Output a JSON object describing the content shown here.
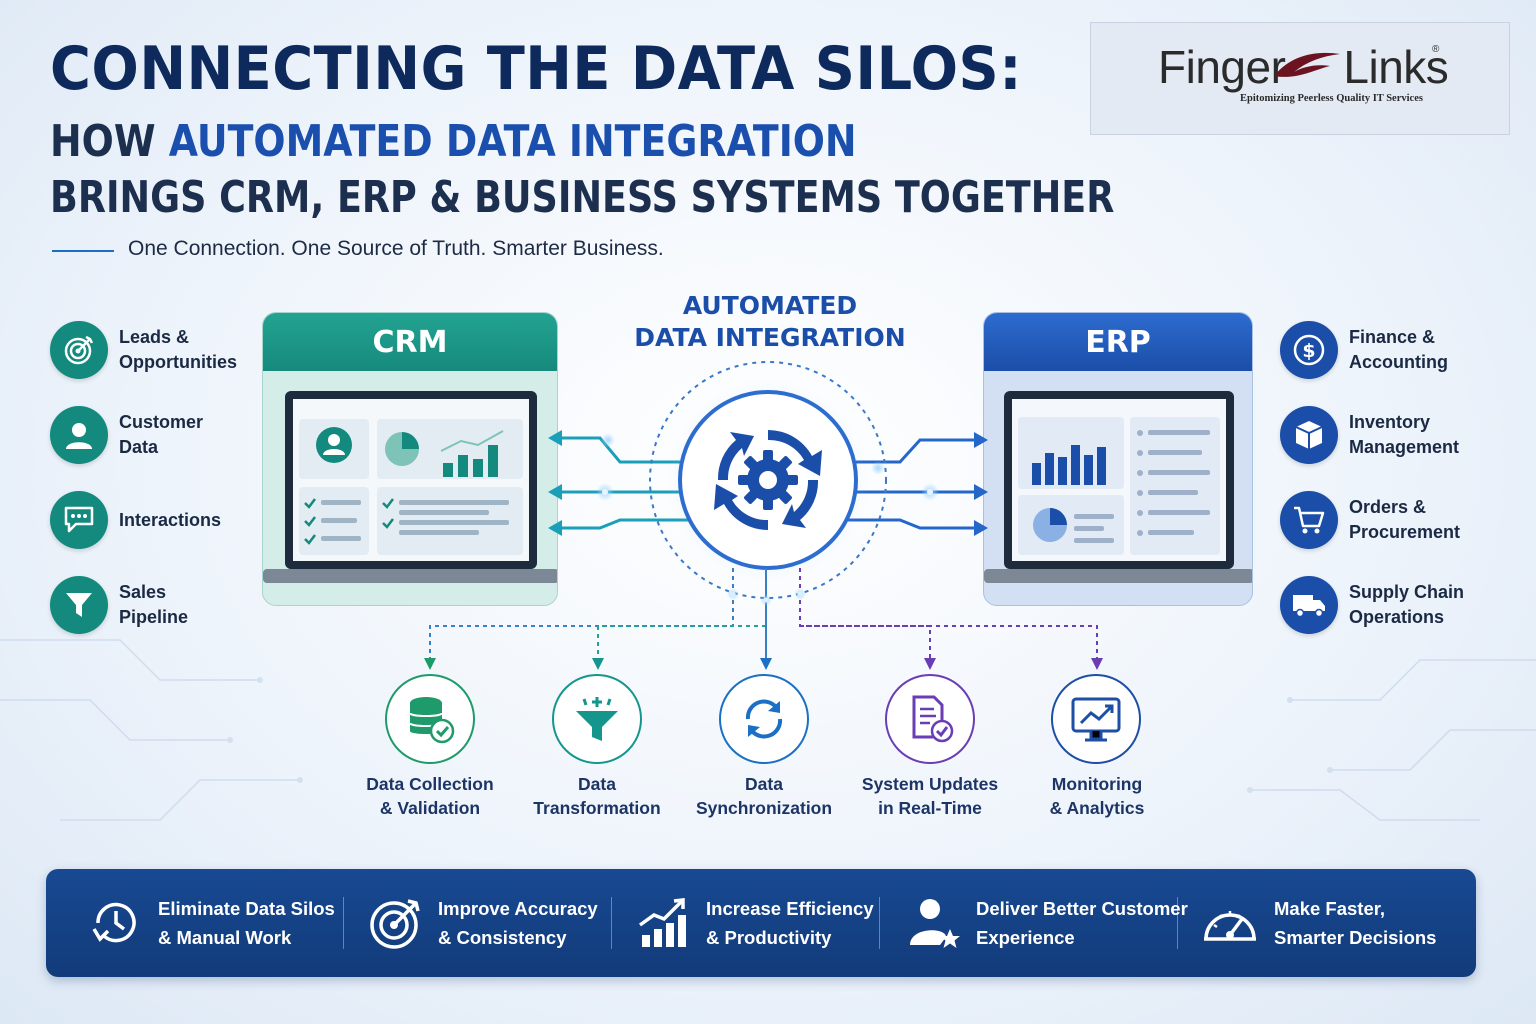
{
  "header": {
    "title_line1": "CONNECTING THE DATA SILOS:",
    "title_line2_pre": "HOW ",
    "title_line2_highlight": "AUTOMATED DATA INTEGRATION",
    "title_line3": "BRINGS CRM, ERP & BUSINESS SYSTEMS TOGETHER",
    "tagline": "One Connection. One Source of Truth. Smarter Business."
  },
  "logo": {
    "name_part1": "Finger",
    "name_part2": "Links",
    "registered": "®",
    "subtitle": "Epitomizing Peerless Quality IT Services"
  },
  "crm": {
    "title": "CRM",
    "items": [
      {
        "line1": "Leads &",
        "line2": "Opportunities",
        "icon": "target-icon"
      },
      {
        "line1": "Customer",
        "line2": "Data",
        "icon": "user-icon"
      },
      {
        "line1": "Interactions",
        "line2": "",
        "icon": "chat-icon"
      },
      {
        "line1": "Sales",
        "line2": "Pipeline",
        "icon": "funnel-icon"
      }
    ]
  },
  "erp": {
    "title": "ERP",
    "items": [
      {
        "line1": "Finance &",
        "line2": "Accounting",
        "icon": "dollar-icon"
      },
      {
        "line1": "Inventory",
        "line2": "Management",
        "icon": "box-icon"
      },
      {
        "line1": "Orders &",
        "line2": "Procurement",
        "icon": "cart-icon"
      },
      {
        "line1": "Supply Chain",
        "line2": "Operations",
        "icon": "truck-icon"
      }
    ]
  },
  "center": {
    "title_line1": "AUTOMATED",
    "title_line2": "DATA INTEGRATION"
  },
  "steps": [
    {
      "line1": "Data Collection",
      "line2": "& Validation",
      "icon": "database-check-icon",
      "color": "#1f9a6a"
    },
    {
      "line1": "Data",
      "line2": "Transformation",
      "icon": "funnel-icon",
      "color": "#14968d"
    },
    {
      "line1": "Data",
      "line2": "Synchronization",
      "icon": "sync-icon",
      "color": "#1b6fc4"
    },
    {
      "line1": "System Updates",
      "line2": "in Real-Time",
      "icon": "document-check-icon",
      "color": "#6a3db4"
    },
    {
      "line1": "Monitoring",
      "line2": "& Analytics",
      "icon": "monitor-chart-icon",
      "color": "#1d4fa6"
    }
  ],
  "benefits": [
    {
      "line1": "Eliminate Data Silos",
      "line2": "& Manual Work",
      "icon": "clock-icon"
    },
    {
      "line1": "Improve Accuracy",
      "line2": "& Consistency",
      "icon": "target-icon"
    },
    {
      "line1": "Increase Efficiency",
      "line2": "& Productivity",
      "icon": "growth-chart-icon"
    },
    {
      "line1": "Deliver Better Customer",
      "line2": "Experience",
      "icon": "user-star-icon"
    },
    {
      "line1": "Make Faster,",
      "line2": "Smarter Decisions",
      "icon": "speedometer-icon"
    }
  ],
  "colors": {
    "navy": "#0e2a5c",
    "accent_blue": "#1a4fae",
    "teal": "#138a7d",
    "erp_blue": "#1b4ea8",
    "bar_blue": "#184992"
  }
}
